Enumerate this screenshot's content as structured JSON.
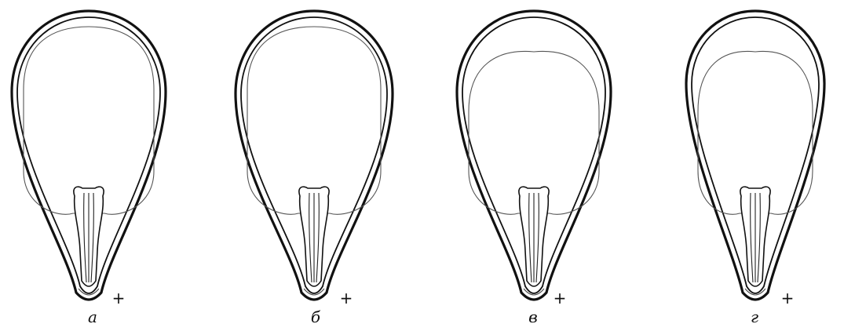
{
  "figure": {
    "panels": [
      {
        "id": "a",
        "caption": "а",
        "marker": "+",
        "fill_style": "dense"
      },
      {
        "id": "b",
        "caption": "б",
        "marker": "+",
        "fill_style": "dense"
      },
      {
        "id": "v",
        "caption": "в",
        "marker": "+",
        "fill_style": "partial"
      },
      {
        "id": "g",
        "caption": "г",
        "marker": "+",
        "fill_style": "partial"
      }
    ]
  },
  "colors": {
    "line": "#111111",
    "stipple": "#9a9a9a",
    "background": "#ffffff"
  }
}
